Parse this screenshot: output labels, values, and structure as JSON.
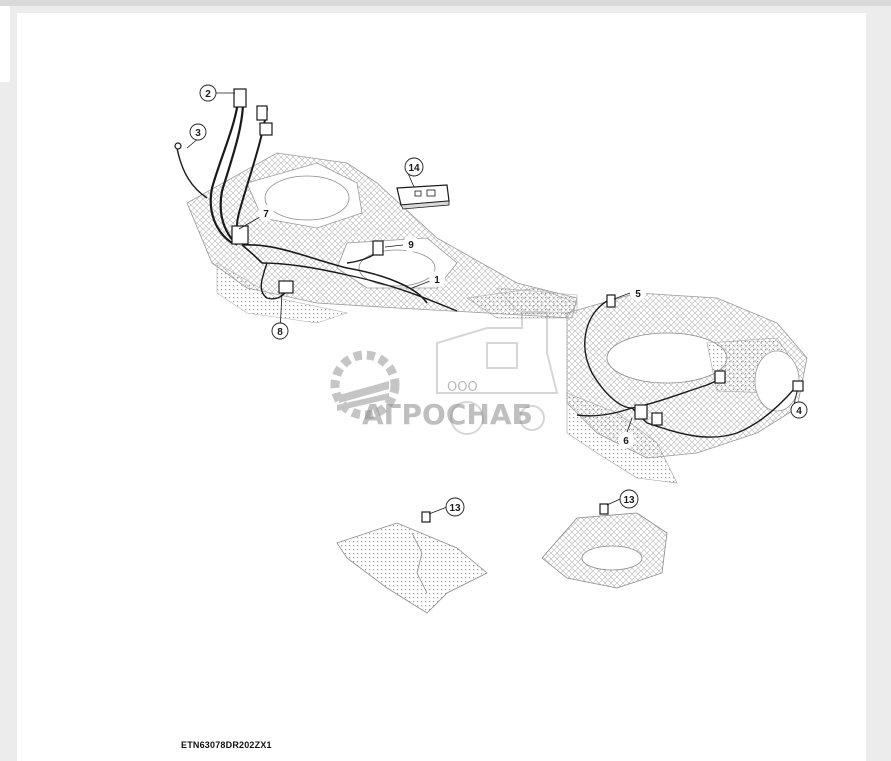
{
  "diagram": {
    "callouts": [
      "1",
      "2",
      "3",
      "4",
      "5",
      "6",
      "7",
      "8",
      "9",
      "13",
      "13",
      "14"
    ],
    "figure_id": "ETN63078DR202ZX1"
  },
  "watermark": {
    "brand": "АГРОСНАБ",
    "prefix": "ООО",
    "logo": "gear-logo-icon"
  },
  "colors": {
    "line": "#1a1a1a",
    "hatch": "#b0b0b0",
    "watermark": "#8c8c8c"
  }
}
